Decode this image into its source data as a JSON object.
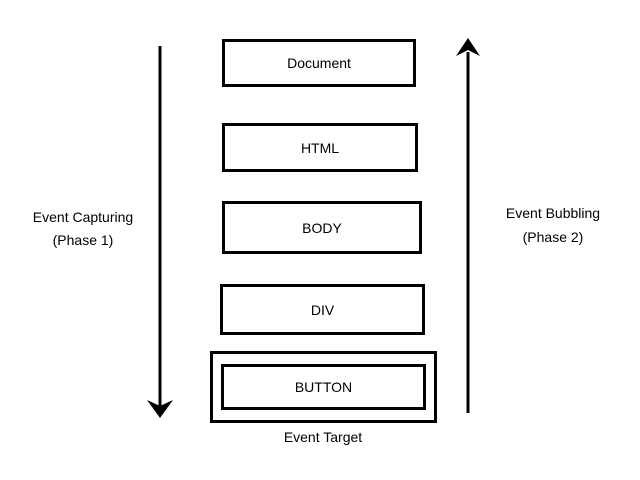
{
  "diagram": {
    "background": "#ffffff",
    "stroke_color": "#000000",
    "text_color": "#000000",
    "nodes": [
      {
        "label": "Document"
      },
      {
        "label": "HTML"
      },
      {
        "label": "BODY"
      },
      {
        "label": "DIV"
      },
      {
        "label": "BUTTON",
        "is_event_target": true
      }
    ],
    "target_caption": "Event Target",
    "phases": {
      "capturing": {
        "label": "Event Capturing",
        "sub": "(Phase 1)",
        "arrow_icon": "down-arrow",
        "arrow_direction": "down"
      },
      "bubbling": {
        "label": "Event Bubbling",
        "sub": "(Phase 2)",
        "arrow_icon": "up-arrow",
        "arrow_direction": "up"
      }
    }
  }
}
